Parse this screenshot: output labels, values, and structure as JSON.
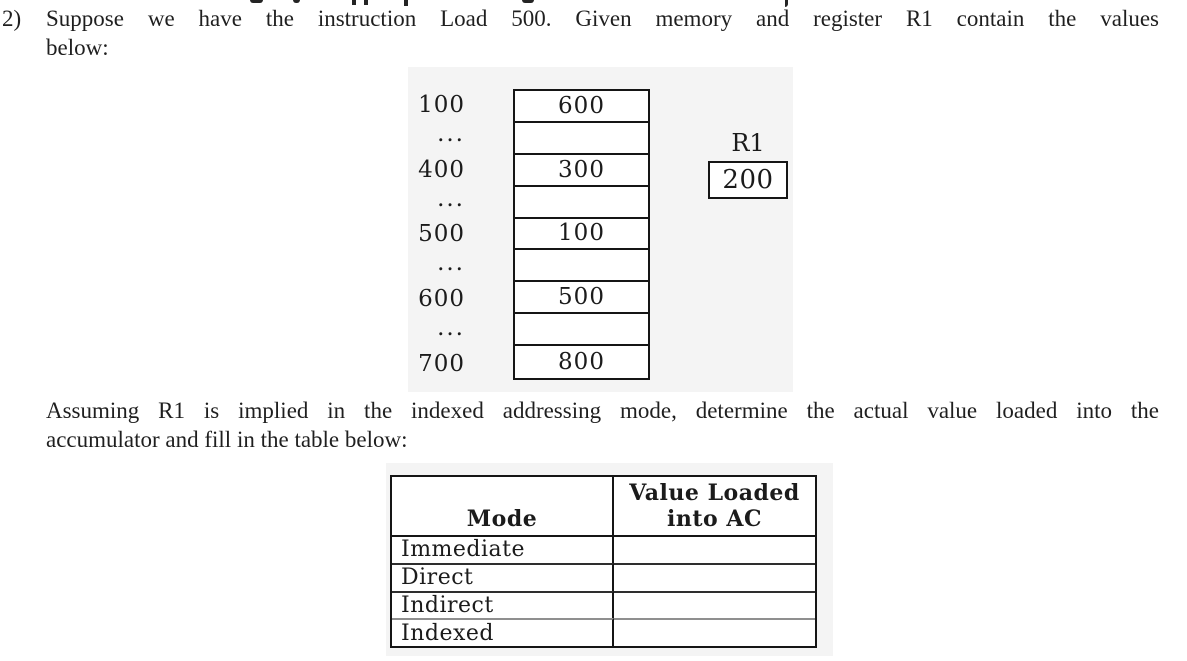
{
  "colors": {
    "page_background": "#ffffff",
    "scan_background": "#f4f4f4",
    "border": "#151515",
    "text": "#1f1f1f"
  },
  "question": {
    "number": "2)",
    "line1": "Suppose we have the instruction Load 500. Given memory and register R1 contain the values",
    "line2": "below:"
  },
  "memory": {
    "rows": [
      {
        "address": "100",
        "value": "600"
      },
      {
        "address": "...",
        "value": ""
      },
      {
        "address": "400",
        "value": "300"
      },
      {
        "address": "...",
        "value": ""
      },
      {
        "address": "500",
        "value": "100"
      },
      {
        "address": "...",
        "value": ""
      },
      {
        "address": "600",
        "value": "500"
      },
      {
        "address": "...",
        "value": ""
      },
      {
        "address": "700",
        "value": "800"
      }
    ],
    "register": {
      "label": "R1",
      "value": "200"
    }
  },
  "prompt": {
    "line1": "Assuming R1 is implied in the indexed addressing mode, determine the actual value loaded into the",
    "line2": "accumulator and fill in the table below:"
  },
  "modes_table": {
    "mode_header": "Mode",
    "value_header_line1": "Value Loaded",
    "value_header_line2": "into AC",
    "rows": [
      {
        "mode": "Immediate",
        "value": ""
      },
      {
        "mode": "Direct",
        "value": ""
      },
      {
        "mode": "Indirect",
        "value": ""
      },
      {
        "mode": "Indexed",
        "value": ""
      }
    ]
  }
}
